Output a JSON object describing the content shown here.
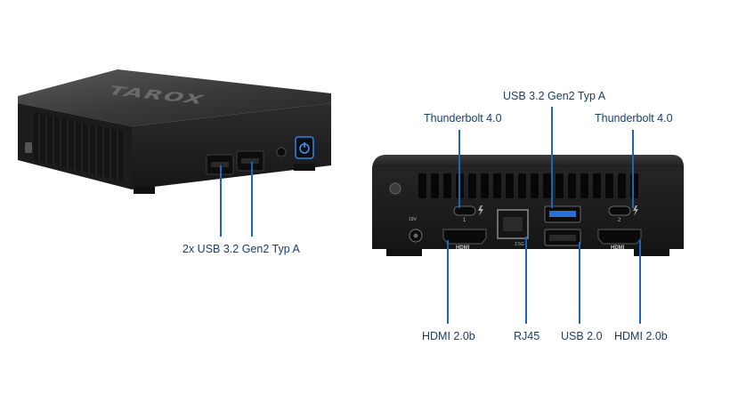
{
  "product": {
    "brand_logo": "TAROX"
  },
  "front_view": {
    "label": "2x USB 3.2 Gen2 Typ A",
    "icons": [
      "usb-a-port-icon",
      "usb-a-port-icon",
      "audio-jack-icon",
      "power-button-icon"
    ]
  },
  "back_view": {
    "top_labels": {
      "thunderbolt_left": "Thunderbolt 4.0",
      "usb_top": "USB 3.2 Gen2 Typ A",
      "thunderbolt_right": "Thunderbolt 4.0"
    },
    "bottom_labels": {
      "hdmi_left": "HDMI 2.0b",
      "rj45": "RJ45",
      "usb2": "USB 2.0",
      "hdmi_right": "HDMI 2.0b"
    },
    "port_markings": {
      "tb_left_number": "1",
      "tb_right_number": "2",
      "hdmi": "HDMI",
      "lan_speed": "2.5G",
      "dc_in": "19V"
    }
  },
  "colors": {
    "callout_line": "#1f64b8",
    "label_text": "#1a3d6b",
    "usb3_port_blue": "#2a6fd6",
    "chassis": "#1b1b1b"
  }
}
